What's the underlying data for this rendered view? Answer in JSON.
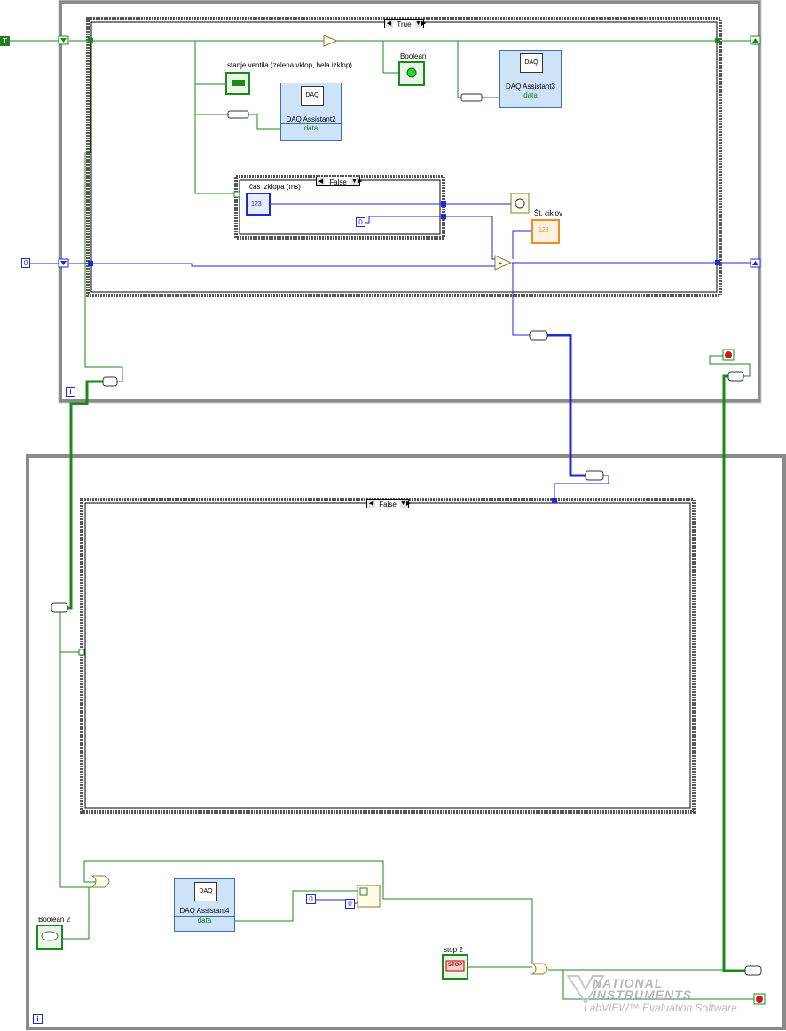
{
  "top_loop": {
    "case_structure": {
      "selector": "True"
    },
    "inner_case": {
      "selector": "False"
    },
    "constants": {
      "bool_true": "T",
      "numeric_init": "0",
      "numeric_inner": "0"
    },
    "indicators": {
      "valve_state_label": "stanje ventila (zelena vklop, bela izklop)",
      "boolean_label": "Boolean",
      "cycles_label": "Št. ciklov",
      "cycles_value": "123"
    },
    "controls": {
      "off_time_label": "čas izklopa (ms)",
      "off_time_value": "123"
    },
    "daq": [
      {
        "name": "DAQ Assistant2",
        "data": "data"
      },
      {
        "name": "DAQ Assistant3",
        "data": "data"
      }
    ],
    "iteration_terminal": "i"
  },
  "bottom_loop": {
    "case_structure": {
      "selector": "False"
    },
    "controls": {
      "boolean2_label": "Boolean 2",
      "stop2_label": "stop 2",
      "stop_text": "STOP"
    },
    "constants": {
      "num_a": "0",
      "num_b": "0"
    },
    "daq": [
      {
        "name": "DAQ Assistant4",
        "data": "data"
      }
    ],
    "iteration_terminal": "i"
  },
  "watermark": {
    "line1": "NATIONAL",
    "line2": "INSTRUMENTS",
    "line3": "LabVIEW™ Evaluation Software"
  },
  "colors": {
    "boolean_wire": "#1a8a1a",
    "numeric_wire": "#1d2ad6",
    "frame": "#777777",
    "orange": "#f28c28"
  }
}
